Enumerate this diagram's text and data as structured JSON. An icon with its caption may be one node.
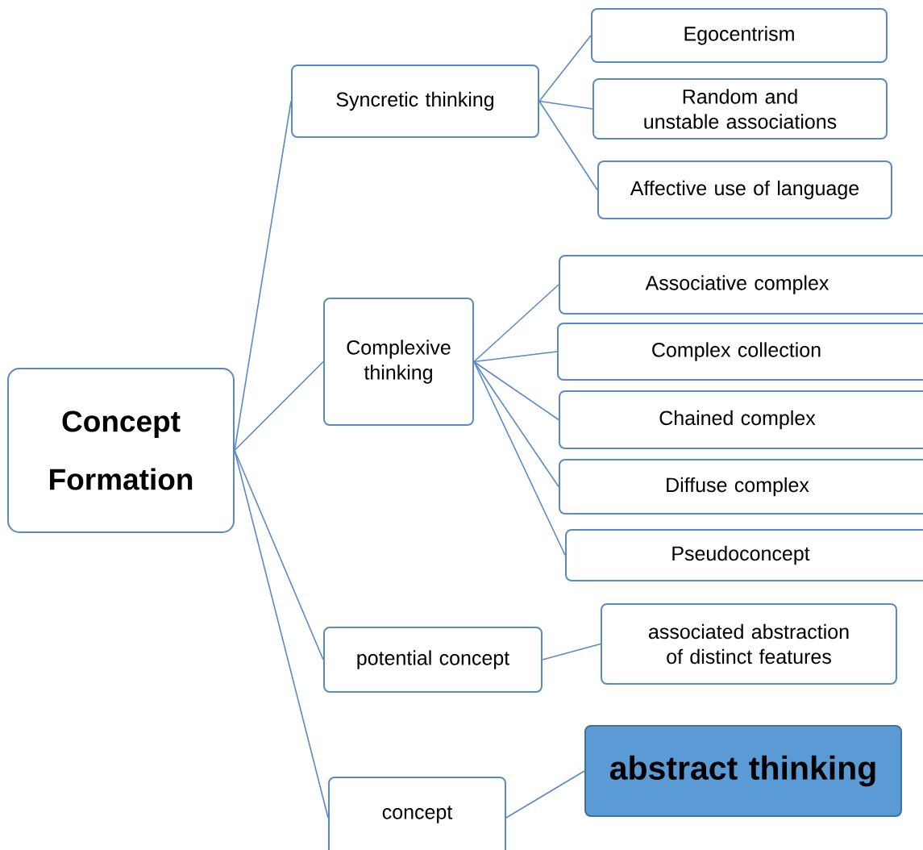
{
  "diagram": {
    "nodes": [
      {
        "text": [
          "Concept Formation"
        ]
      },
      {
        "text": [
          "Syncretic thinking"
        ]
      },
      {
        "text": [
          "Egocentrism"
        ]
      },
      {
        "text": [
          "Random and unstable associations"
        ]
      },
      {
        "text": [
          "Affective use of language"
        ]
      },
      {
        "text": [
          "Complexive thinking"
        ]
      },
      {
        "text": [
          "Associative complex"
        ]
      },
      {
        "text": [
          "Complex collection"
        ]
      },
      {
        "text": [
          "Chained complex"
        ]
      },
      {
        "text": [
          "Diffuse complex"
        ]
      },
      {
        "text": [
          "Pseudoconcept"
        ]
      },
      {
        "text": [
          "potential concept"
        ]
      },
      {
        "text": [
          "associated abstraction of distinct features"
        ]
      },
      {
        "text": [
          "concept"
        ]
      },
      {
        "text": [
          "abstract thinking"
        ]
      }
    ],
    "edges": [
      {
        "from": 0,
        "to": 1,
        "arrow": "none"
      },
      {
        "from": 0,
        "to": 5,
        "arrow": "none"
      },
      {
        "from": 0,
        "to": 11,
        "arrow": "none"
      },
      {
        "from": 0,
        "to": 13,
        "arrow": "none"
      },
      {
        "from": 1,
        "to": 2,
        "arrow": "none"
      },
      {
        "from": 1,
        "to": 3,
        "arrow": "none"
      },
      {
        "from": 1,
        "to": 4,
        "arrow": "none"
      },
      {
        "from": 5,
        "to": 6,
        "arrow": "none"
      },
      {
        "from": 5,
        "to": 7,
        "arrow": "none"
      },
      {
        "from": 5,
        "to": 8,
        "arrow": "none"
      },
      {
        "from": 5,
        "to": 9,
        "arrow": "none"
      },
      {
        "from": 5,
        "to": 10,
        "arrow": "none"
      },
      {
        "from": 11,
        "to": 12,
        "arrow": "none"
      },
      {
        "from": 13,
        "to": 14,
        "arrow": "none"
      }
    ]
  }
}
